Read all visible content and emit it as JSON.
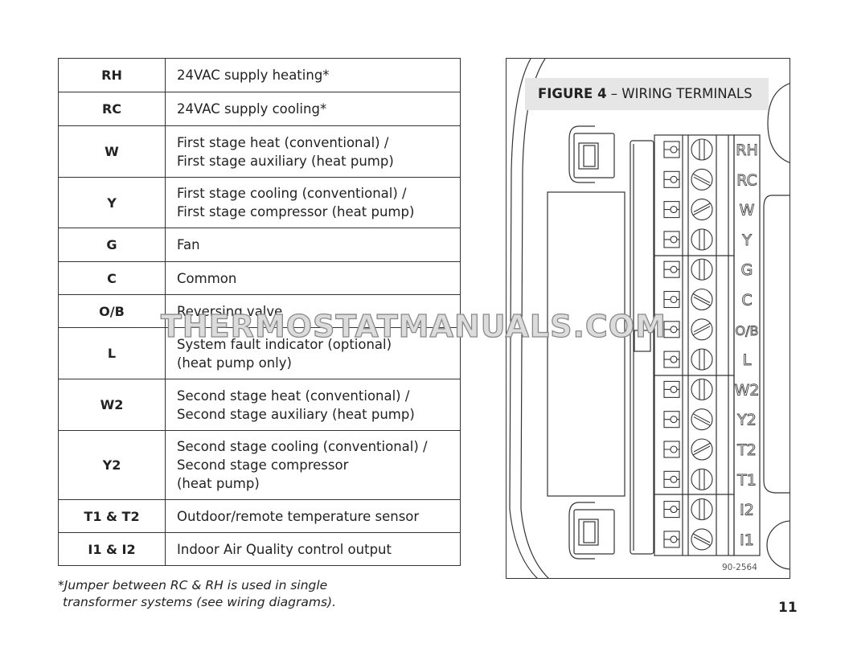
{
  "table": {
    "rows": [
      {
        "terminal": "RH",
        "description": [
          "24VAC supply heating*"
        ]
      },
      {
        "terminal": "RC",
        "description": [
          "24VAC supply cooling*"
        ]
      },
      {
        "terminal": "W",
        "description": [
          "First stage heat (conventional) /",
          "First stage auxiliary (heat pump)"
        ]
      },
      {
        "terminal": "Y",
        "description": [
          "First stage cooling (conventional) /",
          "First stage compressor (heat pump)"
        ]
      },
      {
        "terminal": "G",
        "description": [
          "Fan"
        ]
      },
      {
        "terminal": "C",
        "description": [
          "Common"
        ]
      },
      {
        "terminal": "O/B",
        "description": [
          "Reversing valve"
        ]
      },
      {
        "terminal": "L",
        "description": [
          "System fault indicator (optional)",
          "(heat pump only)"
        ]
      },
      {
        "terminal": "W2",
        "description": [
          "Second stage heat (conventional) /",
          "Second stage auxiliary (heat pump)"
        ]
      },
      {
        "terminal": "Y2",
        "description": [
          "Second stage cooling (conventional) /",
          "Second stage compressor",
          "(heat pump)"
        ]
      },
      {
        "terminal": "T1 & T2",
        "description": [
          "Outdoor/remote temperature sensor"
        ]
      },
      {
        "terminal": "I1 & I2",
        "description": [
          "Indoor Air Quality control output"
        ]
      }
    ]
  },
  "footnote": [
    "*Jumper between RC & RH is used in single",
    "transformer systems (see wiring diagrams)."
  ],
  "page_number": "11",
  "figure": {
    "label_bold": "FIGURE 4",
    "label_rest": " – WIRING TERMINALS",
    "terminals": [
      "RH",
      "RC",
      "W",
      "Y",
      "G",
      "C",
      "O/B",
      "L",
      "W2",
      "Y2",
      "T2",
      "T1",
      "I2",
      "I1"
    ],
    "part_number": "90-2564"
  },
  "watermark": "THERMOSTATMANUALS.COM"
}
